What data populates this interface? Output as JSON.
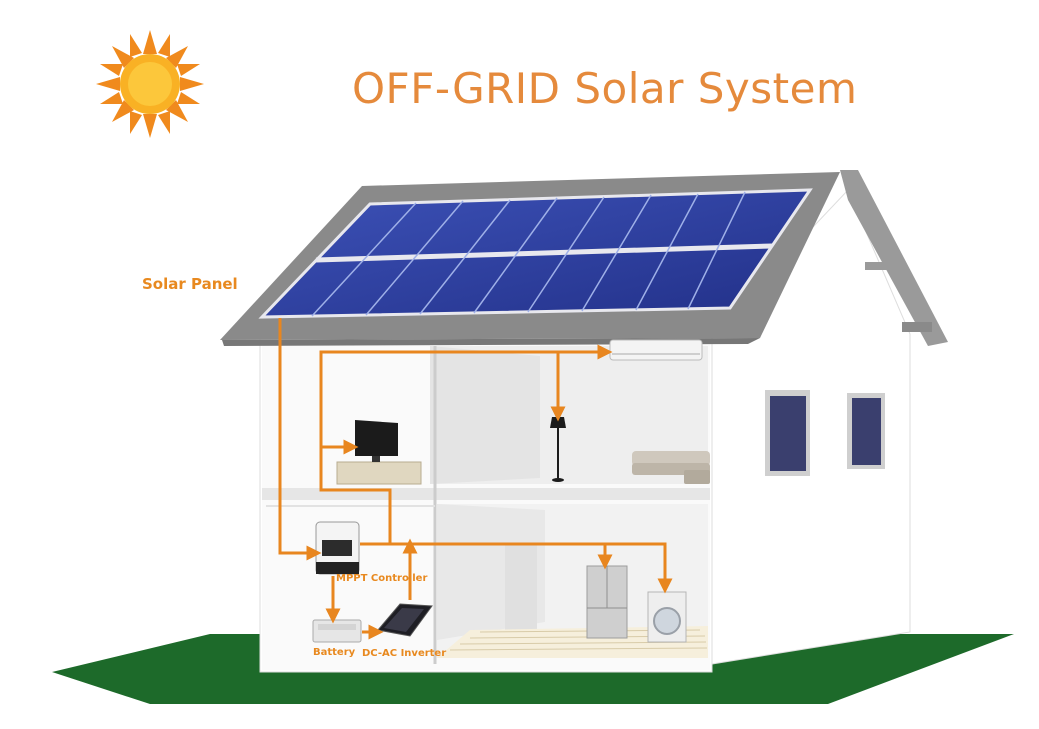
{
  "title": "OFF-GRID Solar System",
  "labels": {
    "solar_panel": "Solar Panel",
    "mppt_controller": "MPPT Controller",
    "battery": "Battery",
    "inverter": "DC-AC Inverter"
  },
  "colors": {
    "accent": "#e58a3c",
    "flow_line": "#e8861f",
    "panel_blue": "#2e3f9c",
    "roof": "#8a8a8a",
    "ground": "#1d6a2a",
    "wall": "#ffffff"
  },
  "icons": [
    "sun-icon",
    "solar-panel-icon",
    "air-conditioner-icon",
    "tv-icon",
    "floor-lamp-icon",
    "sofa-icon",
    "mppt-controller-icon",
    "battery-icon",
    "inverter-icon",
    "refrigerator-icon",
    "washing-machine-icon"
  ]
}
